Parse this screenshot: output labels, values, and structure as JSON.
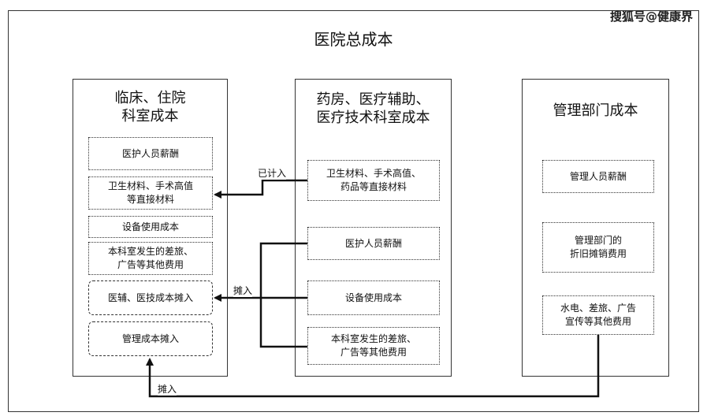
{
  "watermark": "搜狐号@健康界",
  "title": "医院总成本",
  "left": {
    "title": "临床、住院\n科室成本",
    "items": [
      "医护人员薪酬",
      "卫生材料、手术高值\n等直接材料",
      "设备使用成本",
      "本科室发生的差旅、\n广告等其他费用",
      "医辅、医技成本摊入",
      "管理成本摊入"
    ]
  },
  "middle": {
    "title": "药房、医疗辅助、\n医疗技术科室成本",
    "items": [
      "卫生材料、手术高值、\n药品等直接材料",
      "医护人员薪酬",
      "设备使用成本",
      "本科室发生的差旅、\n广告等其他费用"
    ]
  },
  "right": {
    "title": "管理部门成本",
    "items": [
      "管理人员薪酬",
      "管理部门的\n折旧摊销费用",
      "水电、差旅、广告\n宣传等其他费用"
    ]
  },
  "arrow_labels": {
    "already_included": "已计入",
    "allocated_mid": "摊入",
    "allocated_bottom": "摊入"
  }
}
